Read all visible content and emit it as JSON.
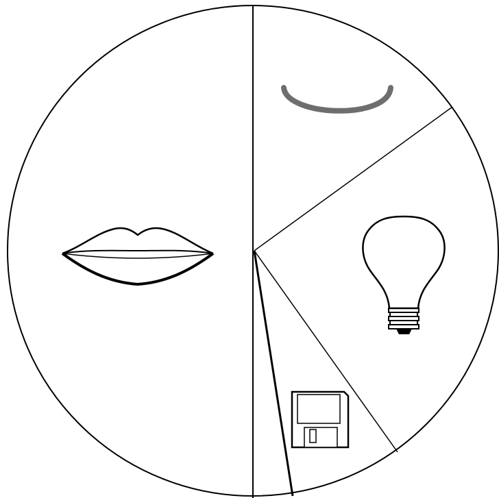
{
  "diagram": {
    "kind": "pie-divided-circle",
    "colors": {
      "background": "#ffffff",
      "outline": "#000000",
      "smile_stroke": "#6e6e6e"
    },
    "sectors": [
      {
        "name": "sector-left-half",
        "icon": "lips-icon"
      },
      {
        "name": "sector-top-right",
        "icon": "smile-arc-icon"
      },
      {
        "name": "sector-right",
        "icon": "light-bulb-icon"
      },
      {
        "name": "sector-bottom-right",
        "icon": "floppy-disk-icon"
      },
      {
        "name": "sector-thin-sliver",
        "icon": ""
      }
    ]
  }
}
